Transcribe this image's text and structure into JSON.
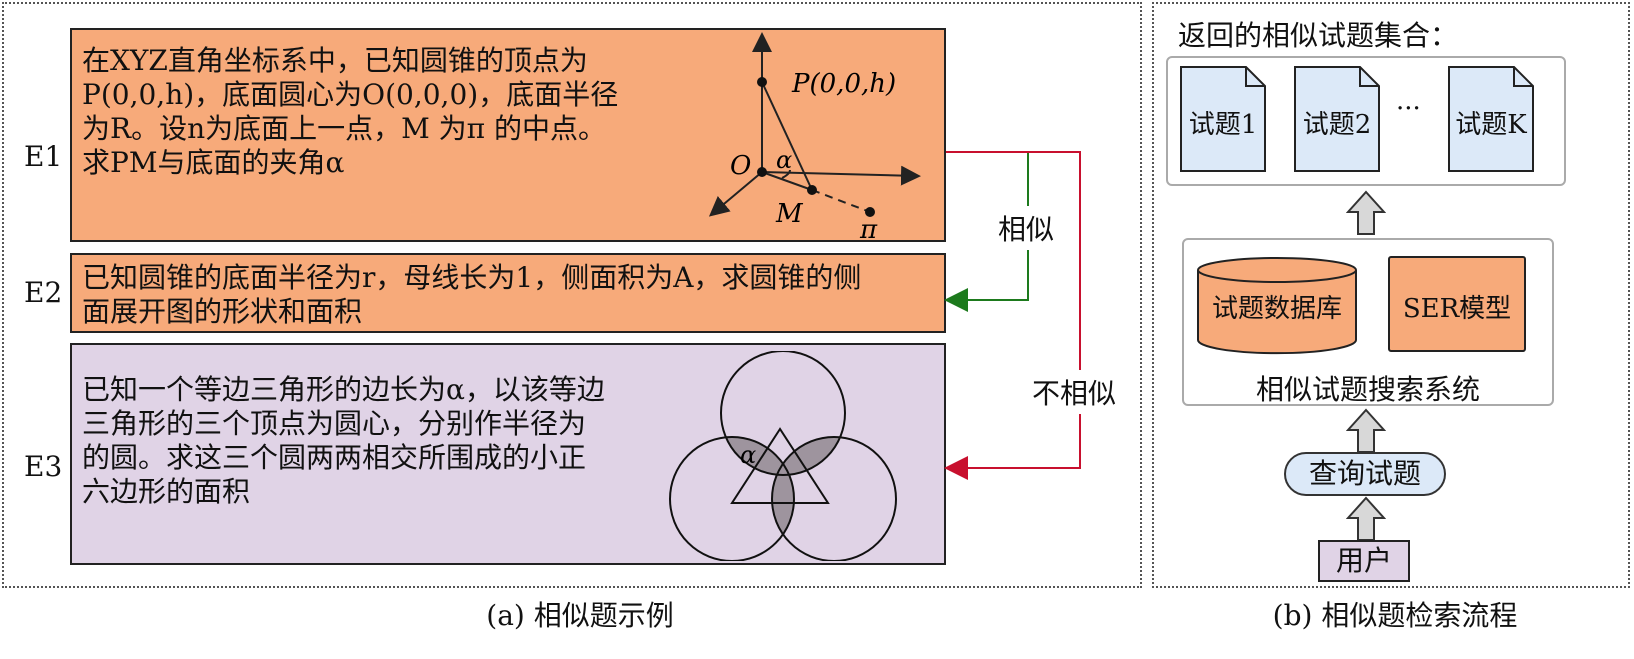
{
  "panel_a": {
    "caption": "(a) 相似题示例",
    "rows": [
      {
        "id": "E1",
        "text": [
          "在XYZ直角坐标系中，已知圆锥的顶点为",
          "P(0,0,h)，底面圆心为O(0,0,0)，底面半径",
          "为R。设n为底面上一点，M 为π 的中点。",
          "求PM与底面的夹角α"
        ]
      },
      {
        "id": "E2",
        "text": [
          "已知圆锥的底面半径为r，母线长为1，侧面积为A，求圆锥的侧",
          "面展开图的形状和面积"
        ]
      },
      {
        "id": "E3",
        "text": [
          "已知一个等边三角形的边长为α，以该等边",
          "三角形的三个顶点为圆心，分别作半径为",
          "  的圆。求这三个圆两两相交所围成的小正",
          "六边形的面积"
        ]
      }
    ],
    "e1_figure": {
      "p_label": "P(0,0,h)",
      "o_label": "O",
      "alpha_label": "α",
      "m_label": "M",
      "pi_label": "π"
    },
    "e3_figure": {
      "alpha_label": "α"
    },
    "similar_label": "相似",
    "not_similar_label": "不相似",
    "colors": {
      "e1_e2_fill": "#f7aa7a",
      "e3_fill": "#e0d3e6",
      "similar_arrow": "#1d7a1d",
      "not_similar_arrow": "#c8102e"
    }
  },
  "panel_b": {
    "caption": "(b) 相似题检索流程",
    "result_title": "返回的相似试题集合：",
    "docs": [
      "试题1",
      "试题2",
      "···",
      "试题K"
    ],
    "system_label": "相似试题搜索系统",
    "database_label": "试题数据库",
    "model_label": "SER模型",
    "query_label": "查询试题",
    "user_label": "用户",
    "colors": {
      "doc_fill": "#dce9f8",
      "component_fill": "#f7aa7a",
      "user_fill": "#e0d3e6"
    }
  }
}
